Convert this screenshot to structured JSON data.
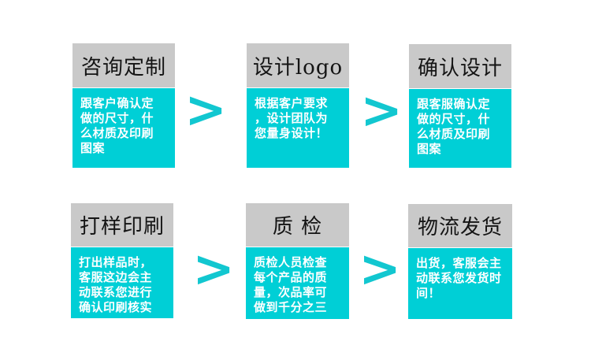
{
  "page": {
    "background": "#ffffff",
    "description": "Six-step customization process flow, 2 rows x 3 columns"
  },
  "colors": {
    "header_bg": "#c9c9c9",
    "header_text": "#141414",
    "body_bg": "#00cfd6",
    "body_text": "#ffffff",
    "arrow": "#12c7d0"
  },
  "icons": {
    "arrow_right": ">"
  },
  "steps": [
    {
      "title": "咨询定制",
      "body": "跟客户确认定\n做的尺寸，什\n么材质及印刷\n图案"
    },
    {
      "title": "设计logo",
      "body": "根据客户要求\n，设计团队为\n您量身设计！"
    },
    {
      "title": "确认设计",
      "body": "跟客服确认定\n做的尺寸，什\n么材质及印刷\n图案"
    },
    {
      "title": "打样印刷",
      "body": "打出样品时，\n客服这边会主\n动联系您进行\n确认印刷核实"
    },
    {
      "title": "质 检",
      "body": "质检人员检查\n每个产品的质\n量，次品率可\n做到千分之三"
    },
    {
      "title": "物流发货",
      "body": "出货，客服会主\n动联系您发货时\n间！"
    }
  ]
}
